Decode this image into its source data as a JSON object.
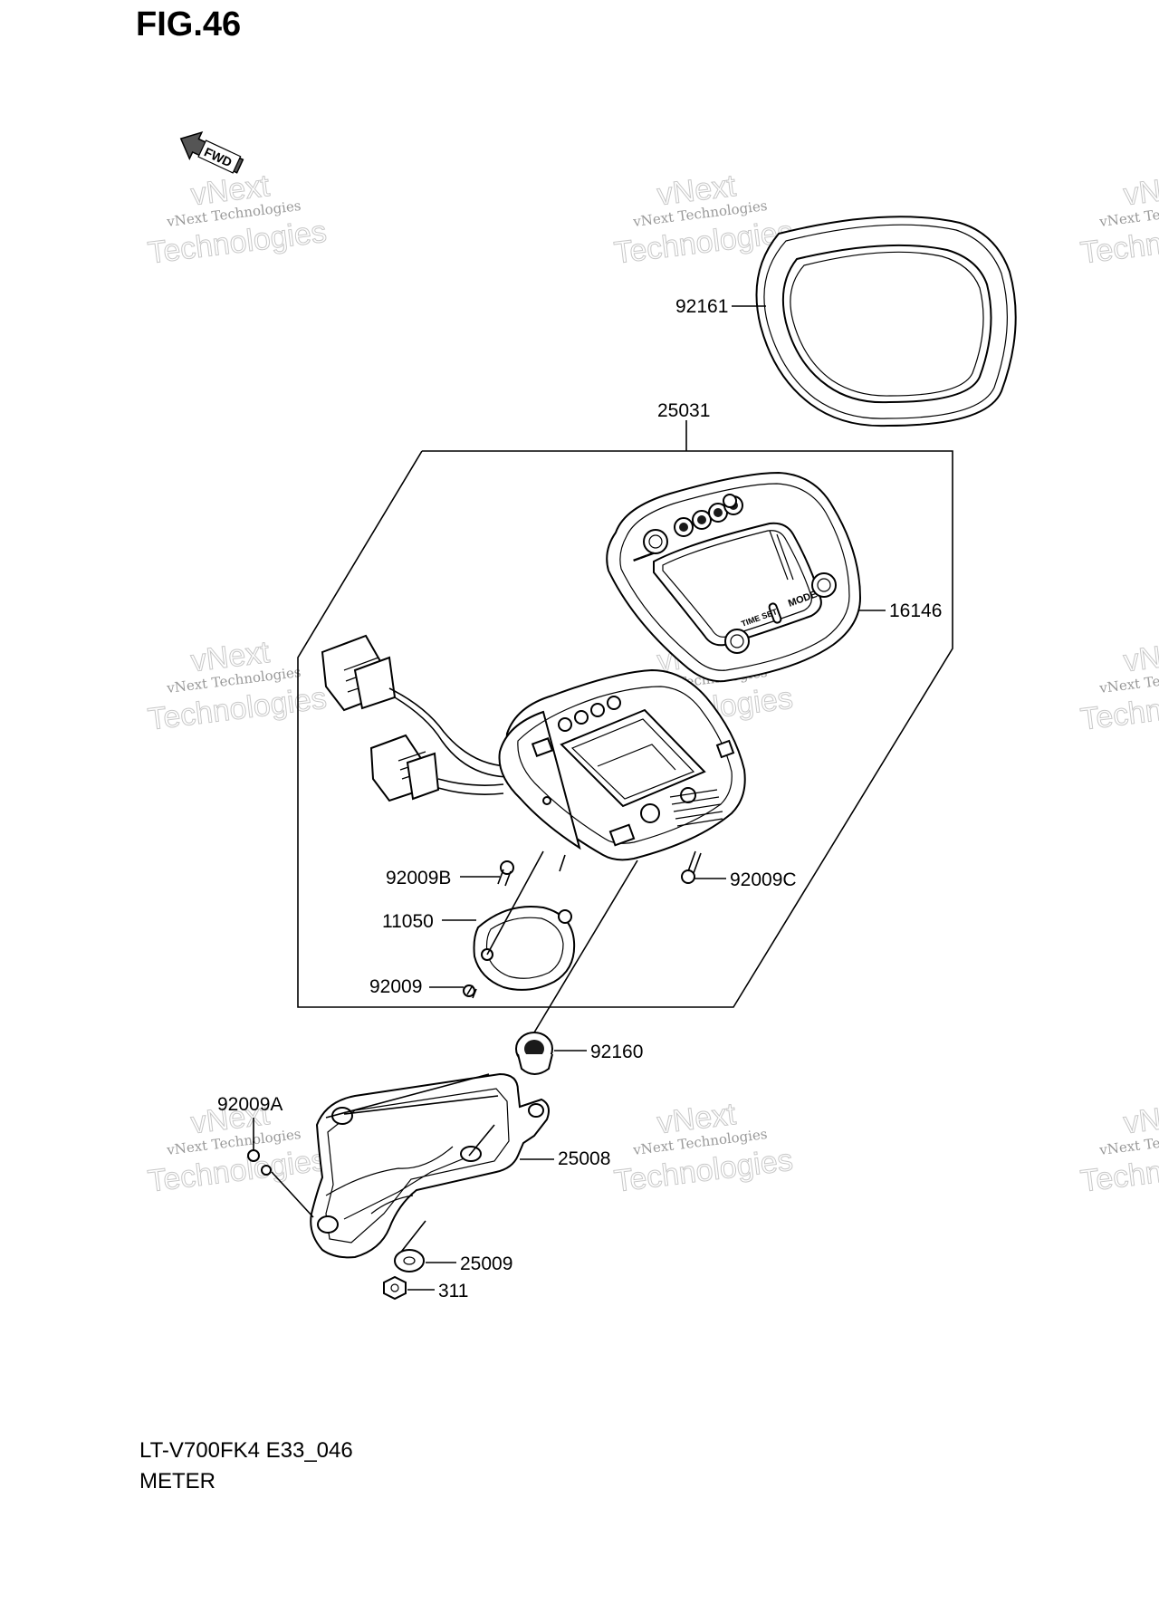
{
  "figure": {
    "title": "FIG.46",
    "code": "LT-V700FK4 E33_046",
    "name": "METER"
  },
  "fwd_marker": {
    "text": "FWD"
  },
  "watermark": {
    "line1": "vNext Technologies",
    "line2": "vNext",
    "line3": "Technologies"
  },
  "meter_labels": {
    "mode": "MODE",
    "time_set": "TIME SET"
  },
  "callouts": {
    "p92161": "92161",
    "p25031": "25031",
    "p16146": "16146",
    "p92009B": "92009B",
    "p92009C": "92009C",
    "p11050": "11050",
    "p92009": "92009",
    "p92160": "92160",
    "p92009A": "92009A",
    "p25008": "25008",
    "p25009": "25009",
    "p311": "311"
  }
}
